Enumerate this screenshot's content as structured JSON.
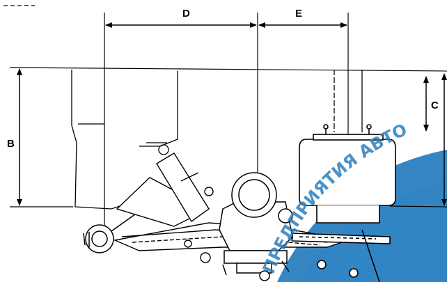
{
  "diagram": {
    "labels": {
      "D": "D",
      "E": "E",
      "B": "B",
      "C": "C"
    },
    "watermark": "ПРЕДПРИЯТИЯ АВТО",
    "colors": {
      "line": "#000000",
      "watermark": "#2b7fc0",
      "background": "#ffffff"
    }
  }
}
